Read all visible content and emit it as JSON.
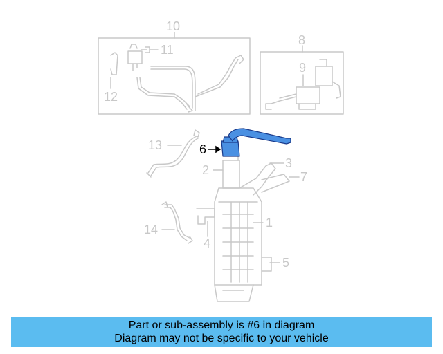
{
  "callouts": {
    "c1": "1",
    "c2": "2",
    "c3": "3",
    "c4": "4",
    "c5": "5",
    "c6": "6",
    "c7": "7",
    "c8": "8",
    "c9": "9",
    "c10": "10",
    "c11": "11",
    "c12": "12",
    "c13": "13",
    "c14": "14"
  },
  "caption": {
    "line1": "Part or sub-assembly is #6 in diagram",
    "line2": "Diagram may not be specific to your vehicle"
  },
  "colors": {
    "highlight": "#4a90e2",
    "faded": "#c8c8c8",
    "caption_bg": "#5bbcf0"
  }
}
